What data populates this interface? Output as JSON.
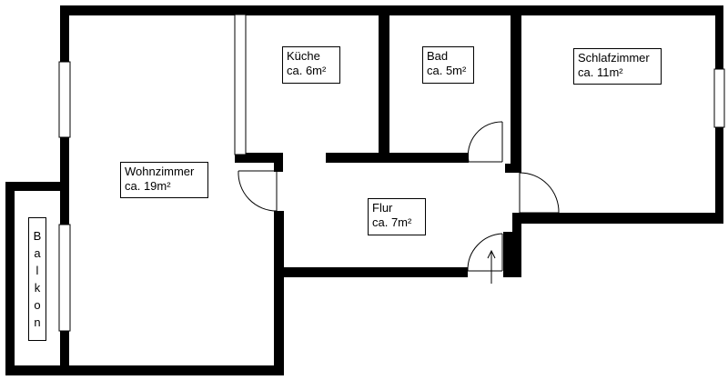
{
  "rooms": [
    {
      "id": "kueche",
      "name": "Küche",
      "area": "ca. 6m²"
    },
    {
      "id": "bad",
      "name": "Bad",
      "area": "ca. 5m²"
    },
    {
      "id": "schlafzimmer",
      "name": "Schlafzimmer",
      "area": "ca. 11m²"
    },
    {
      "id": "wohnzimmer",
      "name": "Wohnzimmer",
      "area": "ca. 19m²"
    },
    {
      "id": "flur",
      "name": "Flur",
      "area": "ca. 7m²"
    }
  ],
  "balkon": {
    "letters": [
      "B",
      "a",
      "l",
      "k",
      "o",
      "n"
    ]
  },
  "colors": {
    "wall": "#000000",
    "background": "#ffffff"
  }
}
